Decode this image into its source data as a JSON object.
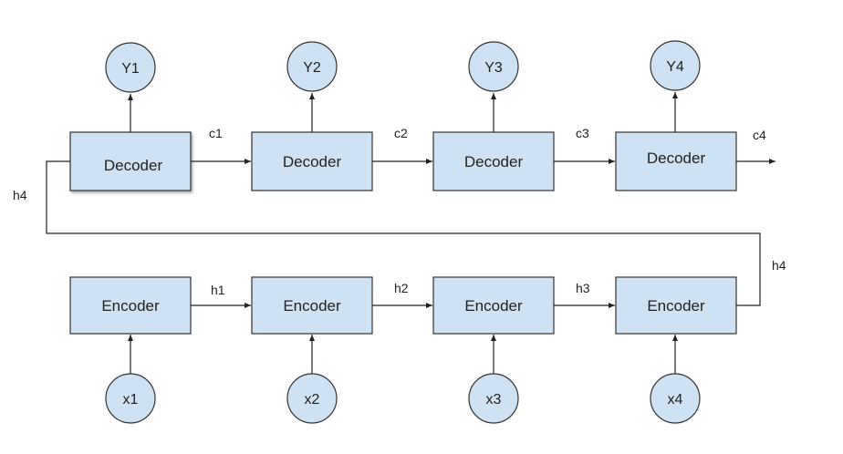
{
  "decoders": [
    "Decoder",
    "Decoder",
    "Decoder",
    "Decoder"
  ],
  "encoders": [
    "Encoder",
    "Encoder",
    "Encoder",
    "Encoder"
  ],
  "outputs": [
    "Y1",
    "Y2",
    "Y3",
    "Y4"
  ],
  "inputs": [
    "x1",
    "x2",
    "x3",
    "x4"
  ],
  "decoder_edges": [
    "c1",
    "c2",
    "c3",
    "c4"
  ],
  "encoder_edges": [
    "h1",
    "h2",
    "h3"
  ],
  "feedback_labels": [
    "h4",
    "h4"
  ],
  "colors": {
    "fill": "#cfe2f3",
    "stroke": "#333333"
  }
}
